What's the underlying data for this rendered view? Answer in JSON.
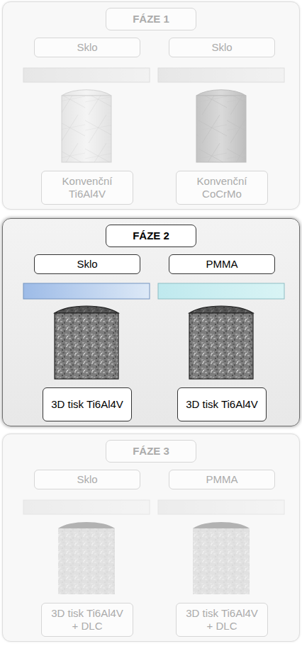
{
  "diagram": {
    "nodes": [
      {
        "text": [
          "FÁZE 1"
        ]
      },
      {
        "text": [
          "Sklo"
        ],
        "in": 0
      },
      {
        "text": [
          "Sklo"
        ],
        "in": 0
      },
      {
        "text": [
          "Konvenční Ti6Al4V"
        ],
        "in": 0
      },
      {
        "text": [
          "Konvenční CoCrMo"
        ],
        "in": 0
      },
      {
        "text": [
          "FÁZE 2"
        ]
      },
      {
        "text": [
          "Sklo"
        ],
        "in": 5
      },
      {
        "text": [
          "PMMA"
        ],
        "in": 5
      },
      {
        "text": [
          "3D tisk Ti6Al4V"
        ],
        "in": 5
      },
      {
        "text": [
          "3D tisk Ti6Al4V"
        ],
        "in": 5
      },
      {
        "text": [
          "FÁZE 3"
        ]
      },
      {
        "text": [
          "Sklo"
        ],
        "in": 10
      },
      {
        "text": [
          "PMMA"
        ],
        "in": 10
      },
      {
        "text": [
          "3D tisk Ti6Al4V + DLC"
        ],
        "in": 10
      },
      {
        "text": [
          "3D tisk Ti6Al4V + DLC"
        ],
        "in": 10
      }
    ]
  }
}
